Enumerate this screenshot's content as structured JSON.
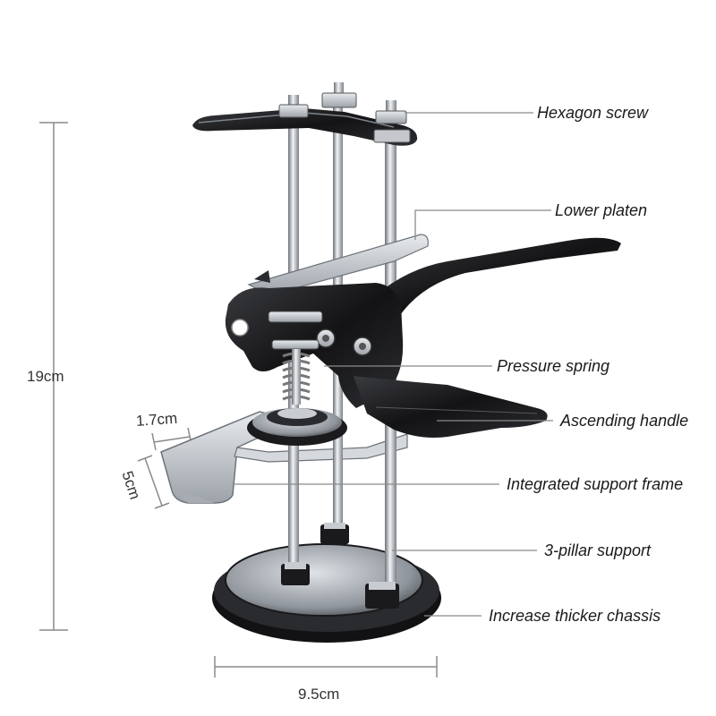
{
  "callouts": {
    "hexagon_screw": "Hexagon screw",
    "lower_platen": "Lower platen",
    "pressure_spring": "Pressure spring",
    "ascending_handle": "Ascending handle",
    "support_frame": "Integrated support frame",
    "pillar_support": "3-pillar support",
    "chassis": "Increase thicker chassis"
  },
  "dimensions": {
    "height": "19cm",
    "width": "9.5cm",
    "plate_width": "1.7cm",
    "plate_depth": "5cm"
  },
  "colors": {
    "metal_dark": "#1c1c1e",
    "metal_light": "#c9cdd2",
    "leader_line": "#8a8a8a"
  }
}
